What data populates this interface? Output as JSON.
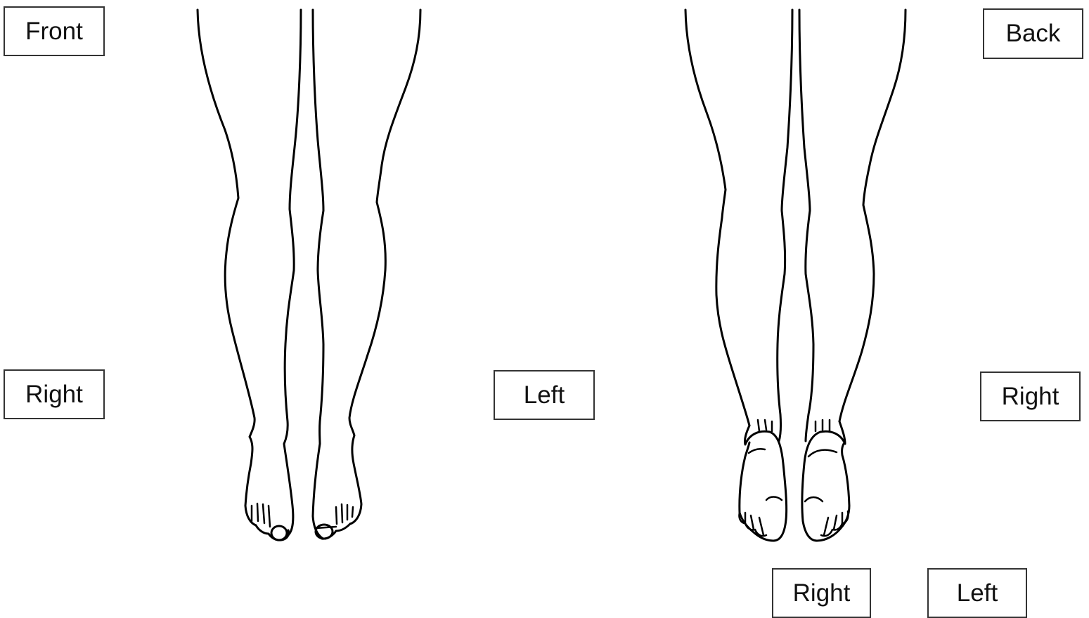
{
  "labels": {
    "front": "Front",
    "front_right": "Right",
    "front_left": "Left",
    "back": "Back",
    "back_right": "Right",
    "sole_right": "Right",
    "sole_left": "Left"
  }
}
